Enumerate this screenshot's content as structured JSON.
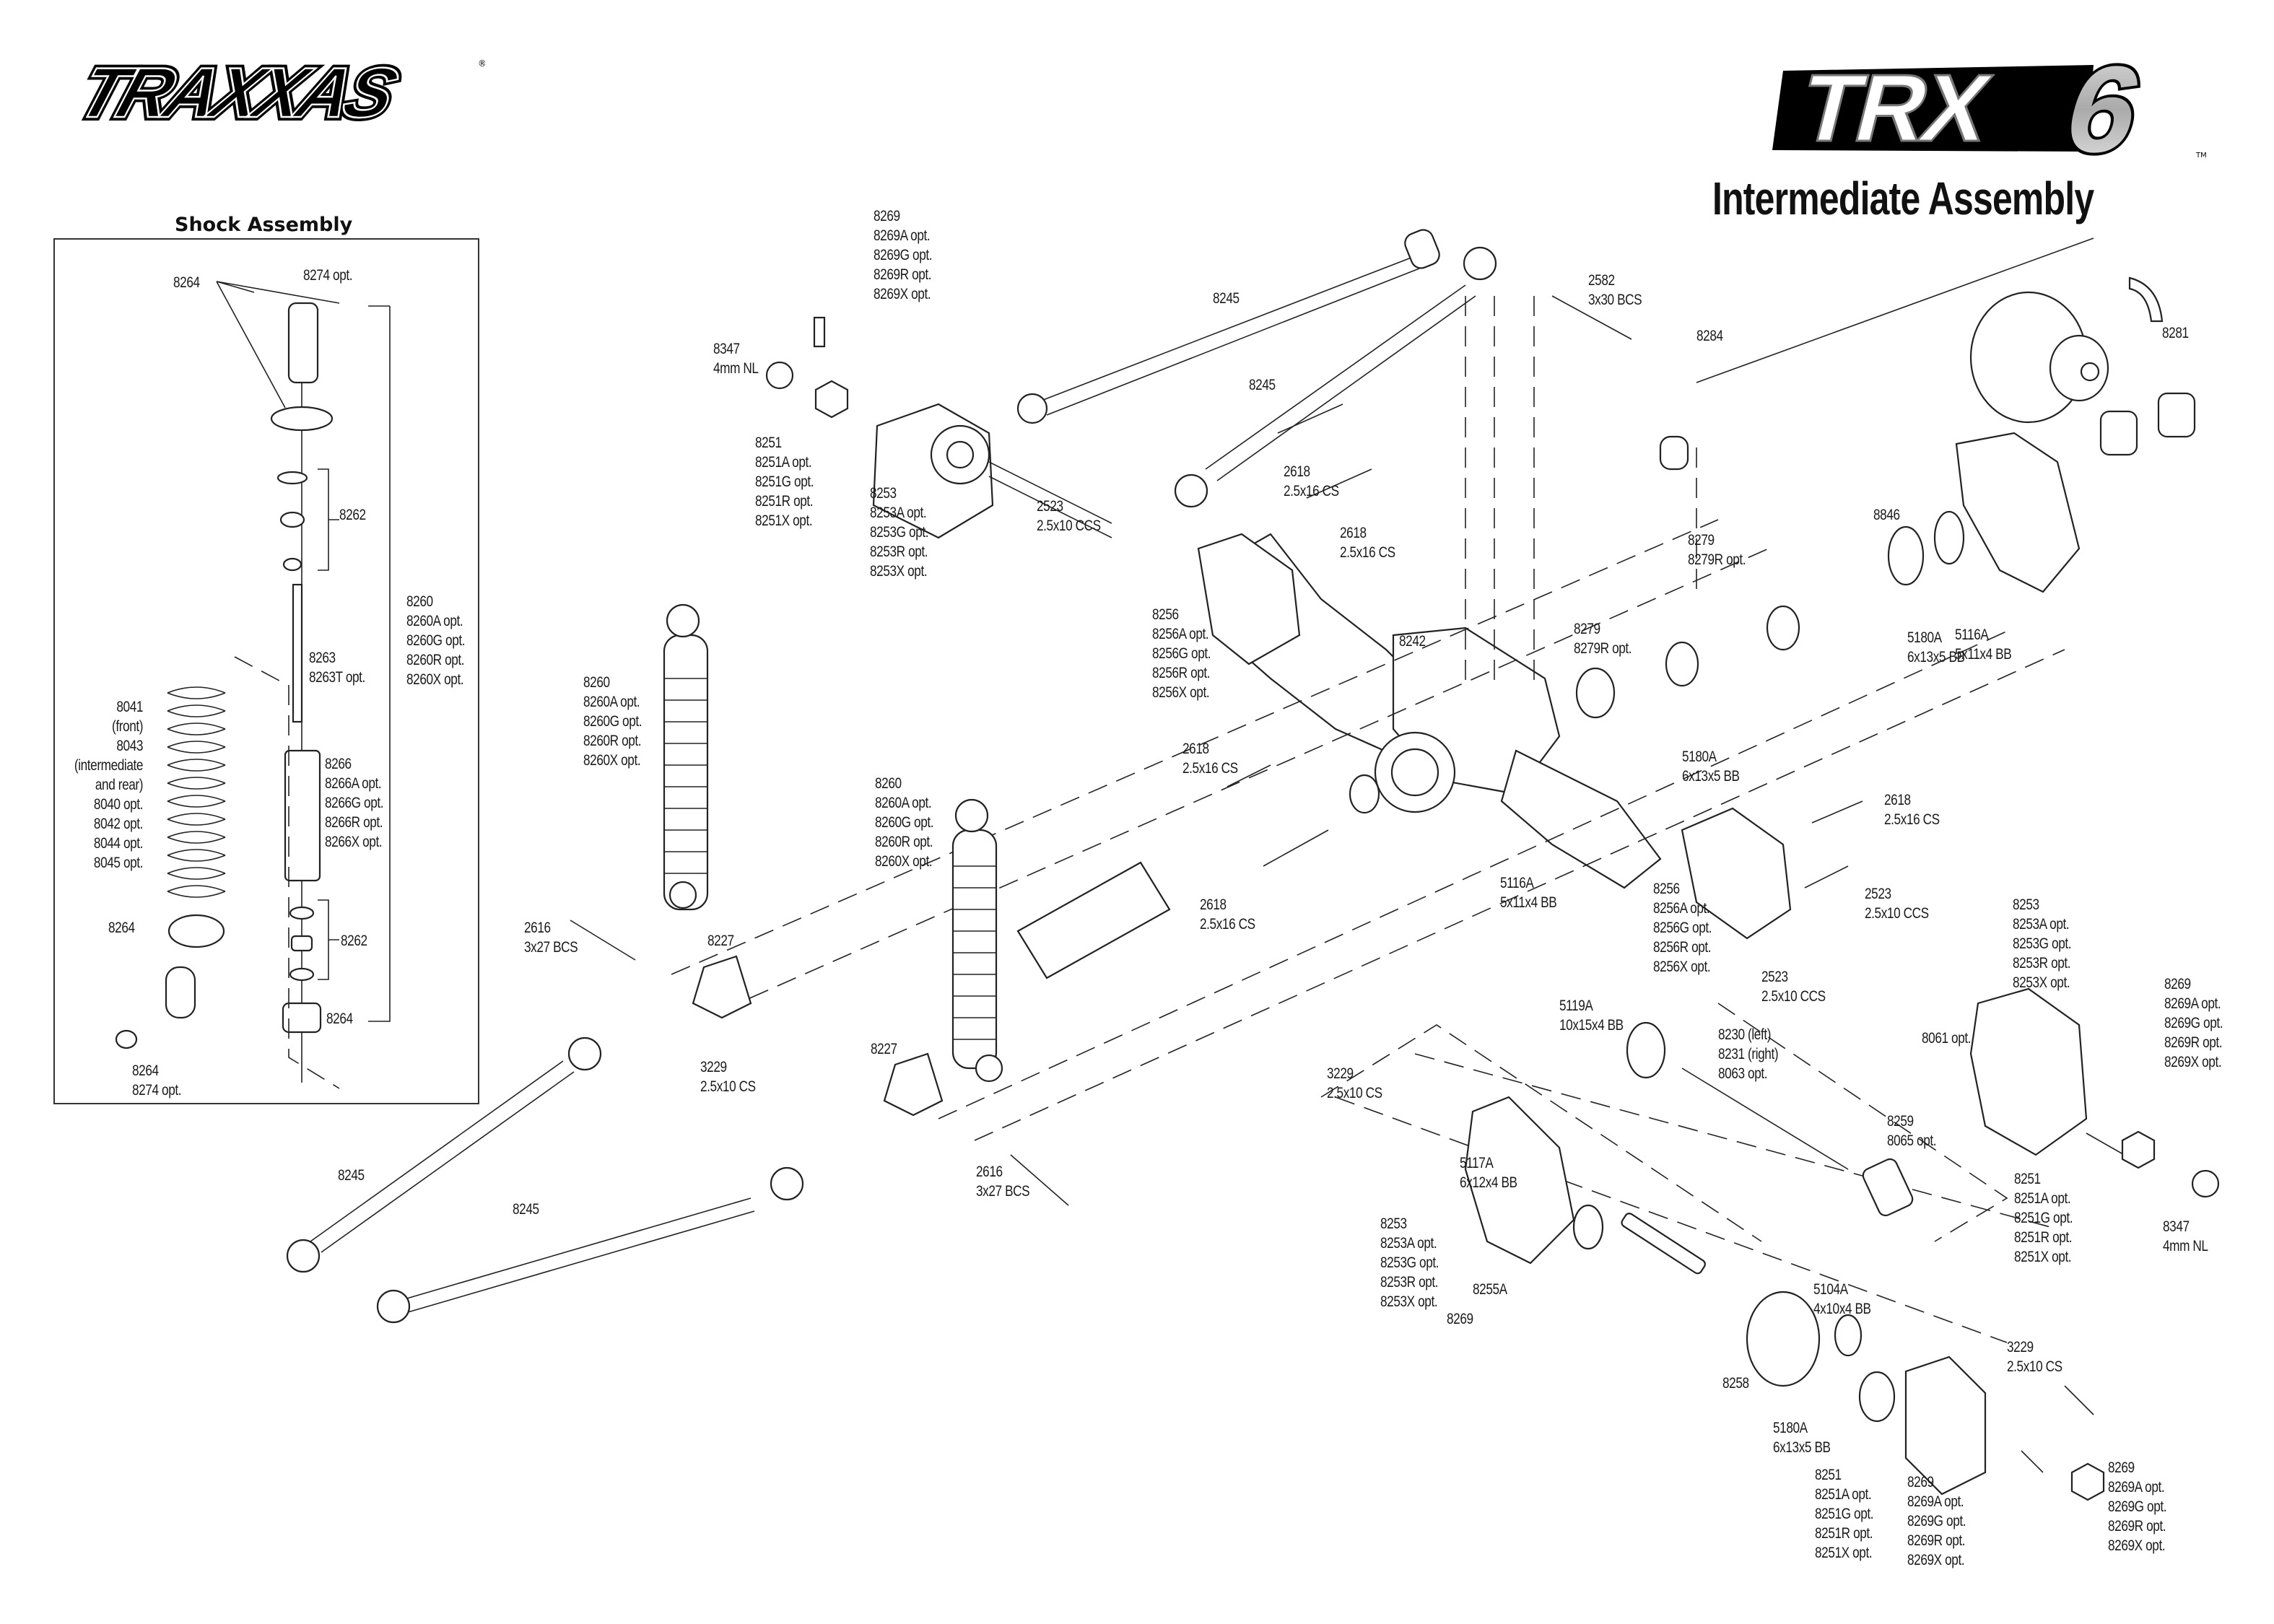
{
  "brand": {
    "logo_text": "TRAXXAS",
    "registered_mark": "®"
  },
  "model": {
    "logo_text": "TRX",
    "logo_number": "6",
    "trademark": "TM"
  },
  "title": "Intermediate Assembly",
  "shock_panel": {
    "title": "Shock Assembly",
    "labels": [
      {
        "id": "s-8264-top",
        "lines": [
          "8264"
        ]
      },
      {
        "id": "s-8274-top",
        "lines": [
          "8274 opt."
        ]
      },
      {
        "id": "s-8262-top",
        "lines": [
          "8262"
        ]
      },
      {
        "id": "s-8260",
        "lines": [
          "8260",
          "8260A opt.",
          "8260G opt.",
          "8260R opt.",
          "8260X opt."
        ]
      },
      {
        "id": "s-8263",
        "lines": [
          "8263",
          "8263T opt."
        ]
      },
      {
        "id": "s-spring",
        "lines": [
          "8041",
          "(front)",
          "8043",
          "(intermediate",
          "and rear)",
          "8040 opt.",
          "8042 opt.",
          "8044 opt.",
          "8045 opt."
        ]
      },
      {
        "id": "s-8266",
        "lines": [
          "8266",
          "8266A opt.",
          "8266G opt.",
          "8266R opt.",
          "8266X opt."
        ]
      },
      {
        "id": "s-8264-mid",
        "lines": [
          "8264"
        ]
      },
      {
        "id": "s-8262-bot",
        "lines": [
          "8262"
        ]
      },
      {
        "id": "s-8264-cap",
        "lines": [
          "8264"
        ]
      },
      {
        "id": "s-8264-bot",
        "lines": [
          "8264",
          "8274 opt."
        ]
      }
    ]
  },
  "callouts": [
    {
      "id": "c-8269-tl",
      "lines": [
        "8269",
        "8269A opt.",
        "8269G opt.",
        "8269R opt.",
        "8269X opt."
      ]
    },
    {
      "id": "c-8347-l",
      "lines": [
        "8347",
        "4mm NL"
      ]
    },
    {
      "id": "c-8245-t1",
      "lines": [
        "8245"
      ]
    },
    {
      "id": "c-8245-t2",
      "lines": [
        "8245"
      ]
    },
    {
      "id": "c-2582",
      "lines": [
        "2582",
        "3x30 BCS"
      ]
    },
    {
      "id": "c-8284",
      "lines": [
        "8284"
      ]
    },
    {
      "id": "c-8281",
      "lines": [
        "8281"
      ]
    },
    {
      "id": "c-8251-l",
      "lines": [
        "8251",
        "8251A opt.",
        "8251G opt.",
        "8251R opt.",
        "8251X opt."
      ]
    },
    {
      "id": "c-8253-l",
      "lines": [
        "8253",
        "8253A opt.",
        "8253G opt.",
        "8253R opt.",
        "8253X opt."
      ]
    },
    {
      "id": "c-2618-t1",
      "lines": [
        "2618",
        "2.5x16 CS"
      ]
    },
    {
      "id": "c-2618-t2",
      "lines": [
        "2618",
        "2.5x16 CS"
      ]
    },
    {
      "id": "c-2523-l",
      "lines": [
        "2523",
        "2.5x10 CCS"
      ]
    },
    {
      "id": "c-8846",
      "lines": [
        "8846"
      ]
    },
    {
      "id": "c-8279-a",
      "lines": [
        "8279",
        "8279R opt."
      ]
    },
    {
      "id": "c-8279-b",
      "lines": [
        "8279",
        "8279R opt."
      ]
    },
    {
      "id": "c-5180A-a",
      "lines": [
        "5180A",
        "6x13x5 BB"
      ]
    },
    {
      "id": "c-5116A-a",
      "lines": [
        "5116A",
        "5x11x4 BB"
      ]
    },
    {
      "id": "c-8256-l",
      "lines": [
        "8256",
        "8256A opt.",
        "8256G opt.",
        "8256R opt.",
        "8256X opt."
      ]
    },
    {
      "id": "c-8242",
      "lines": [
        "8242"
      ]
    },
    {
      "id": "c-5180A-b",
      "lines": [
        "5180A",
        "6x13x5 BB"
      ]
    },
    {
      "id": "c-8260-a",
      "lines": [
        "8260",
        "8260A opt.",
        "8260G opt.",
        "8260R opt.",
        "8260X opt."
      ]
    },
    {
      "id": "c-8260-b",
      "lines": [
        "8260",
        "8260A opt.",
        "8260G opt.",
        "8260R opt.",
        "8260X opt."
      ]
    },
    {
      "id": "c-2618-m1",
      "lines": [
        "2618",
        "2.5x16 CS"
      ]
    },
    {
      "id": "c-2618-m2",
      "lines": [
        "2618",
        "2.5x16 CS"
      ]
    },
    {
      "id": "c-5116A-b",
      "lines": [
        "5116A",
        "5x11x4 BB"
      ]
    },
    {
      "id": "c-2618-r",
      "lines": [
        "2618",
        "2.5x16 CS"
      ]
    },
    {
      "id": "c-8256-r",
      "lines": [
        "8256",
        "8256A opt.",
        "8256G opt.",
        "8256R opt.",
        "8256X opt."
      ]
    },
    {
      "id": "c-2523-r1",
      "lines": [
        "2523",
        "2.5x10 CCS"
      ]
    },
    {
      "id": "c-2523-r2",
      "lines": [
        "2523",
        "2.5x10 CCS"
      ]
    },
    {
      "id": "c-2616-a",
      "lines": [
        "2616",
        "3x27 BCS"
      ]
    },
    {
      "id": "c-8227-a",
      "lines": [
        "8227"
      ]
    },
    {
      "id": "c-8227-b",
      "lines": [
        "8227"
      ]
    },
    {
      "id": "c-3229-l",
      "lines": [
        "3229",
        "2.5x10 CS"
      ]
    },
    {
      "id": "c-2616-b",
      "lines": [
        "2616",
        "3x27 BCS"
      ]
    },
    {
      "id": "c-8245-b1",
      "lines": [
        "8245"
      ]
    },
    {
      "id": "c-8245-b2",
      "lines": [
        "8245"
      ]
    },
    {
      "id": "c-8253-r",
      "lines": [
        "8253",
        "8253A opt.",
        "8253G opt.",
        "8253R opt.",
        "8253X opt."
      ]
    },
    {
      "id": "c-8269-r",
      "lines": [
        "8269",
        "8269A opt.",
        "8269G opt.",
        "8269R opt.",
        "8269X opt."
      ]
    },
    {
      "id": "c-8251-r",
      "lines": [
        "8251",
        "8251A opt.",
        "8251G opt.",
        "8251R opt.",
        "8251X opt."
      ]
    },
    {
      "id": "c-8347-r",
      "lines": [
        "8347",
        "4mm NL"
      ]
    },
    {
      "id": "c-5119A",
      "lines": [
        "5119A",
        "10x15x4 BB"
      ]
    },
    {
      "id": "c-8230",
      "lines": [
        "8230 (left)",
        "8231 (right)",
        "8063 opt."
      ]
    },
    {
      "id": "c-8061",
      "lines": [
        "8061 opt."
      ]
    },
    {
      "id": "c-3229-m",
      "lines": [
        "3229",
        "2.5x10 CS"
      ]
    },
    {
      "id": "c-5117A",
      "lines": [
        "5117A",
        "6x12x4 BB"
      ]
    },
    {
      "id": "c-8259",
      "lines": [
        "8259",
        "8065 opt."
      ]
    },
    {
      "id": "c-8253-b",
      "lines": [
        "8253",
        "8253A opt.",
        "8253G opt.",
        "8253R opt.",
        "8253X opt."
      ]
    },
    {
      "id": "c-8255A",
      "lines": [
        "8255A"
      ]
    },
    {
      "id": "c-8269-pin",
      "lines": [
        "8269"
      ]
    },
    {
      "id": "c-5104A",
      "lines": [
        "5104A",
        "4x10x4 BB"
      ]
    },
    {
      "id": "c-8258",
      "lines": [
        "8258"
      ]
    },
    {
      "id": "c-5180A-c",
      "lines": [
        "5180A",
        "6x13x5 BB"
      ]
    },
    {
      "id": "c-3229-r",
      "lines": [
        "3229",
        "2.5x10 CS"
      ]
    },
    {
      "id": "c-8251-b",
      "lines": [
        "8251",
        "8251A opt.",
        "8251G opt.",
        "8251R opt.",
        "8251X opt."
      ]
    },
    {
      "id": "c-8269-b1",
      "lines": [
        "8269",
        "8269A opt.",
        "8269G opt.",
        "8269R opt.",
        "8269X opt."
      ]
    },
    {
      "id": "c-8269-b2",
      "lines": [
        "8269",
        "8269A opt.",
        "8269G opt.",
        "8269R opt.",
        "8269X opt."
      ]
    }
  ]
}
